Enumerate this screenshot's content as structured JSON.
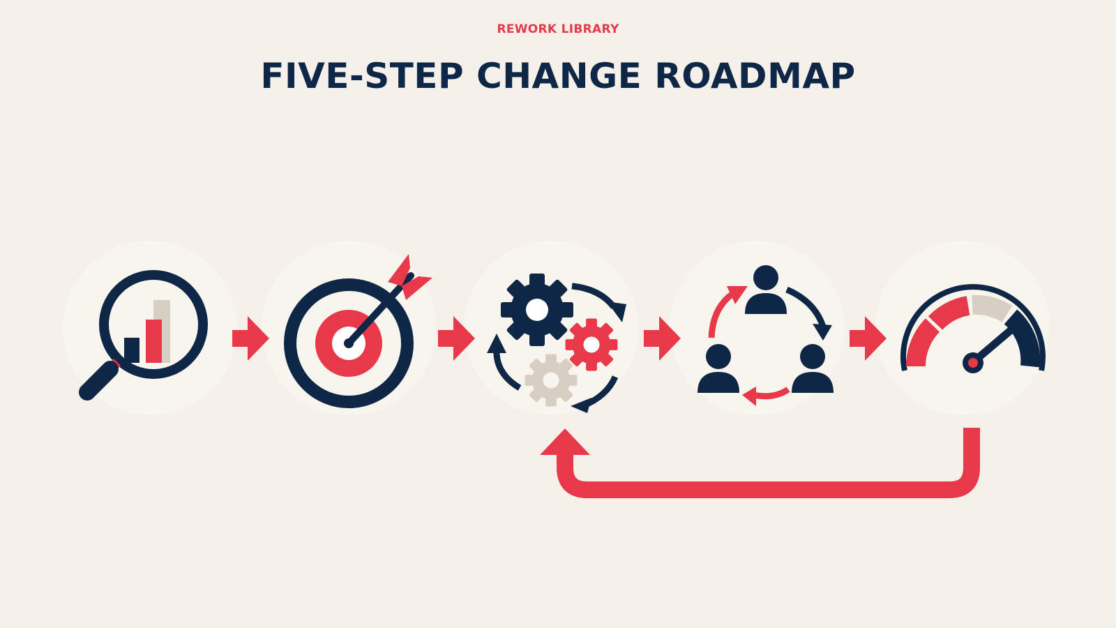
{
  "header": {
    "eyebrow": "REWORK LIBRARY",
    "title": "FIVE-STEP CHANGE ROADMAP"
  },
  "colors": {
    "background": "#f5f1ea",
    "navy": "#0f2747",
    "red": "#e8394a",
    "beige": "#d8cfc3",
    "disc": "#f8f5ef"
  },
  "steps": [
    {
      "id": "analyze",
      "icon": "magnifier-bar-chart-icon"
    },
    {
      "id": "target",
      "icon": "target-arrow-icon"
    },
    {
      "id": "process",
      "icon": "gears-cycle-icon"
    },
    {
      "id": "collaborate",
      "icon": "people-cycle-icon"
    },
    {
      "id": "measure",
      "icon": "speedometer-gauge-icon"
    }
  ],
  "connectors": [
    "arrow-right-icon",
    "arrow-right-icon",
    "arrow-right-icon",
    "arrow-right-icon"
  ],
  "feedback_loop": {
    "from_step": "measure",
    "to_step": "process",
    "icon": "feedback-loop-arrow-icon"
  }
}
